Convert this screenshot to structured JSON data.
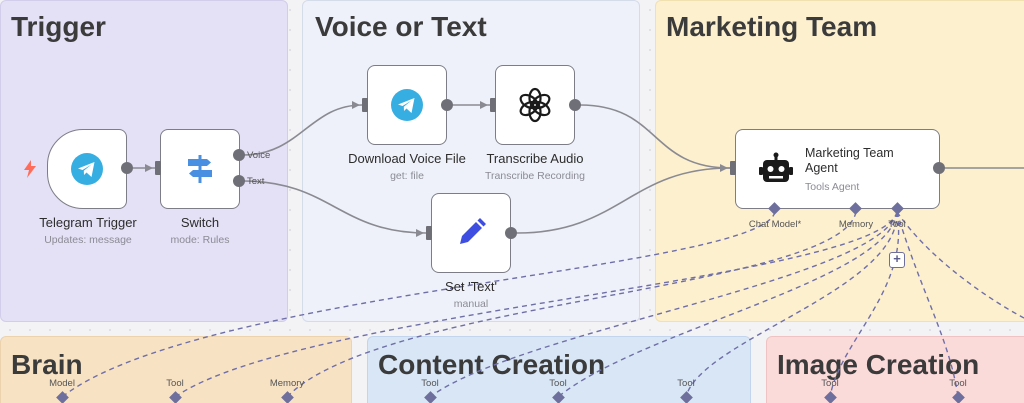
{
  "groups": {
    "trigger": "Trigger",
    "voice_or_text": "Voice or Text",
    "marketing_team": "Marketing Team",
    "brain": "Brain",
    "content_creation": "Content Creation",
    "image_creation": "Image Creation"
  },
  "nodes": {
    "telegram_trigger": {
      "label": "Telegram Trigger",
      "sub": "Updates: message",
      "icon": "telegram-icon"
    },
    "switch": {
      "label": "Switch",
      "sub": "mode: Rules",
      "icon": "signpost-icon",
      "out1": "Voice",
      "out2": "Text"
    },
    "download_voice": {
      "label": "Download Voice File",
      "sub": "get: file",
      "icon": "telegram-icon"
    },
    "transcribe": {
      "label": "Transcribe Audio",
      "sub": "Transcribe Recording",
      "icon": "openai-icon"
    },
    "set_text": {
      "label": "Set 'Text'",
      "sub": "manual",
      "icon": "pencil-icon"
    },
    "agent": {
      "label": "Marketing Team Agent",
      "sub": "Tools Agent",
      "icon": "robot-icon",
      "ports": {
        "chat_model": "Chat Model*",
        "memory": "Memory",
        "tool": "Tool"
      }
    }
  },
  "bottom_ports": {
    "brain": [
      "Model",
      "Tool",
      "Memory"
    ],
    "content": [
      "Tool",
      "Tool",
      "Tool"
    ],
    "image": [
      "Tool",
      "Tool"
    ]
  },
  "colors": {
    "telegram": "#37aee2",
    "pencil": "#3d4ee0",
    "accent": "#6f6f9e",
    "trigger_bolt": "#ff6d5a"
  }
}
